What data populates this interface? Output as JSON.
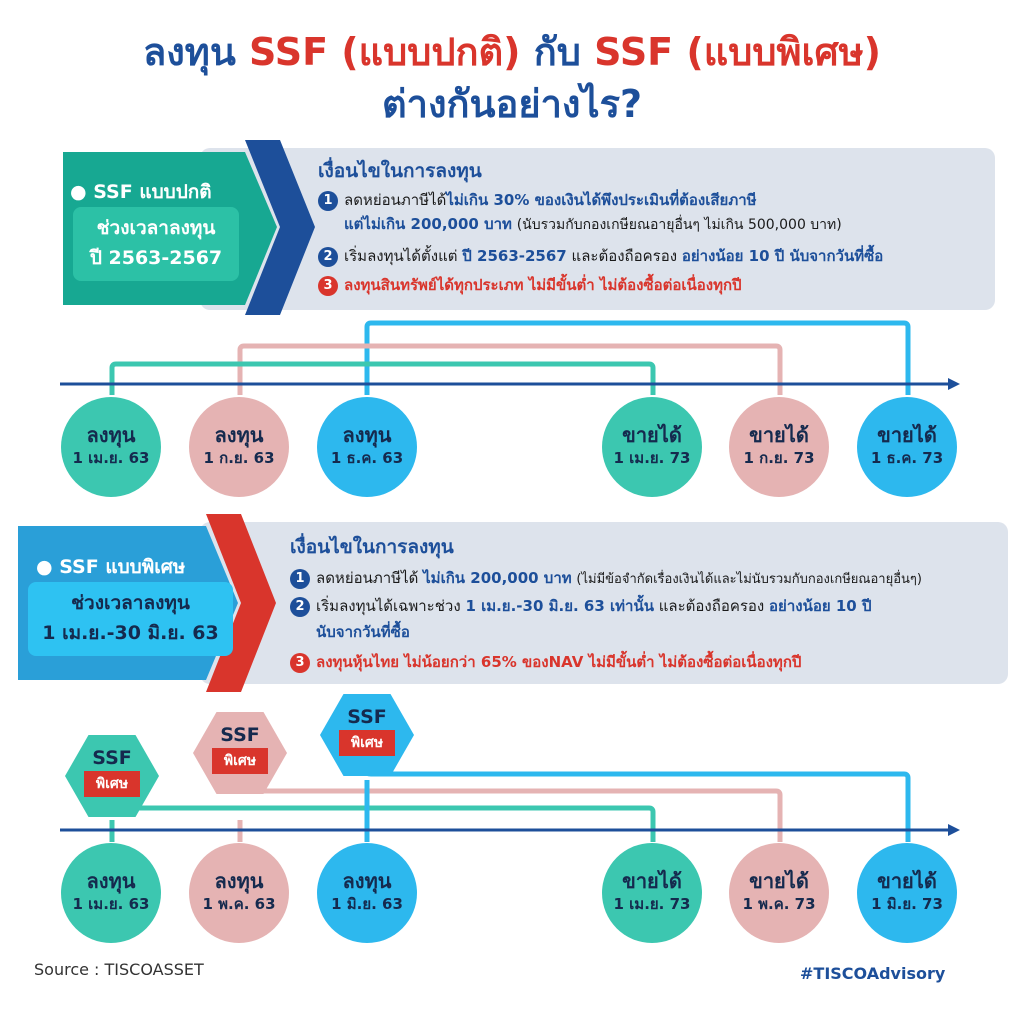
{
  "title": {
    "line1_a": "ลงทุน",
    "line1_b": "SSF (แบบปกติ)",
    "line1_c": "กับ",
    "line1_d": "SSF (แบบพิเศษ)",
    "line2": "ต่างกันอย่างไร?"
  },
  "normal": {
    "tag": "SSF แบบปกติ",
    "period_label": "ช่วงเวลาลงทุน",
    "period_value": "ปี 2563-2567",
    "cond_title": "เงื่อนไขในการลงทุน",
    "c1_a": "ลดหย่อนภาษีได้",
    "c1_b": "ไม่เกิน 30% ของเงินได้พึงประเมินที่ต้องเสียภาษี",
    "c1_c": "แต่ไม่เกิน 200,000 บาท",
    "c1_d": "(นับรวมกับกองเกษียณอายุอื่นๆ ไม่เกิน 500,000 บาท)",
    "c2_a": "เริ่มลงทุนได้ตั้งแต่",
    "c2_b": "ปี 2563-2567",
    "c2_c": "และต้องถือครอง",
    "c2_d": "อย่างน้อย 10 ปี นับจากวันที่ซื้อ",
    "c3": "ลงทุนสินทรัพย์ได้ทุกประเภท ไม่มีขั้นต่ำ ไม่ต้องซื้อต่อเนื่องทุกปี",
    "timeline": [
      {
        "t": "ลงทุน",
        "d": "1 เม.ย. 63"
      },
      {
        "t": "ลงทุน",
        "d": "1 ก.ย. 63"
      },
      {
        "t": "ลงทุน",
        "d": "1 ธ.ค. 63"
      },
      {
        "t": "ขายได้",
        "d": "1 เม.ย. 73"
      },
      {
        "t": "ขายได้",
        "d": "1 ก.ย. 73"
      },
      {
        "t": "ขายได้",
        "d": "1 ธ.ค. 73"
      }
    ]
  },
  "special": {
    "tag": "SSF แบบพิเศษ",
    "period_label": "ช่วงเวลาลงทุน",
    "period_value": "1 เม.ย.-30 มิ.ย. 63",
    "cond_title": "เงื่อนไขในการลงทุน",
    "c1_a": "ลดหย่อนภาษีได้",
    "c1_b": "ไม่เกิน 200,000 บาท",
    "c1_c": "(ไม่มีข้อจำกัดเรื่องเงินได้และไม่นับรวมกับกองเกษียณอายุอื่นๆ)",
    "c2_a": "เริ่มลงทุนได้เฉพาะช่วง",
    "c2_b": "1 เม.ย.-30 มิ.ย. 63 เท่านั้น",
    "c2_c": "และต้องถือครอง",
    "c2_d": "อย่างน้อย 10 ปี",
    "c2_e": "นับจากวันที่ซื้อ",
    "c3": "ลงทุนหุ้นไทย ไม่น้อยกว่า 65% ของNAV ไม่มีขั้นต่ำ ไม่ต้องซื้อต่อเนื่องทุกปี",
    "hex_top": "SSF",
    "hex_badge": "พิเศษ",
    "timeline": [
      {
        "t": "ลงทุน",
        "d": "1 เม.ย. 63"
      },
      {
        "t": "ลงทุน",
        "d": "1 พ.ค. 63"
      },
      {
        "t": "ลงทุน",
        "d": "1 มิ.ย. 63"
      },
      {
        "t": "ขายได้",
        "d": "1 เม.ย. 73"
      },
      {
        "t": "ขายได้",
        "d": "1 พ.ค. 73"
      },
      {
        "t": "ขายได้",
        "d": "1 มิ.ย. 73"
      }
    ]
  },
  "footer": {
    "source": "Source : TISCOASSET",
    "hashtag": "#TISCOAdvisory"
  },
  "colors": {
    "navy": "#1d4f9a",
    "red": "#d9352c",
    "teal": "#3cc7b0",
    "pink": "#e5b3b3",
    "sky": "#2db8ee"
  }
}
